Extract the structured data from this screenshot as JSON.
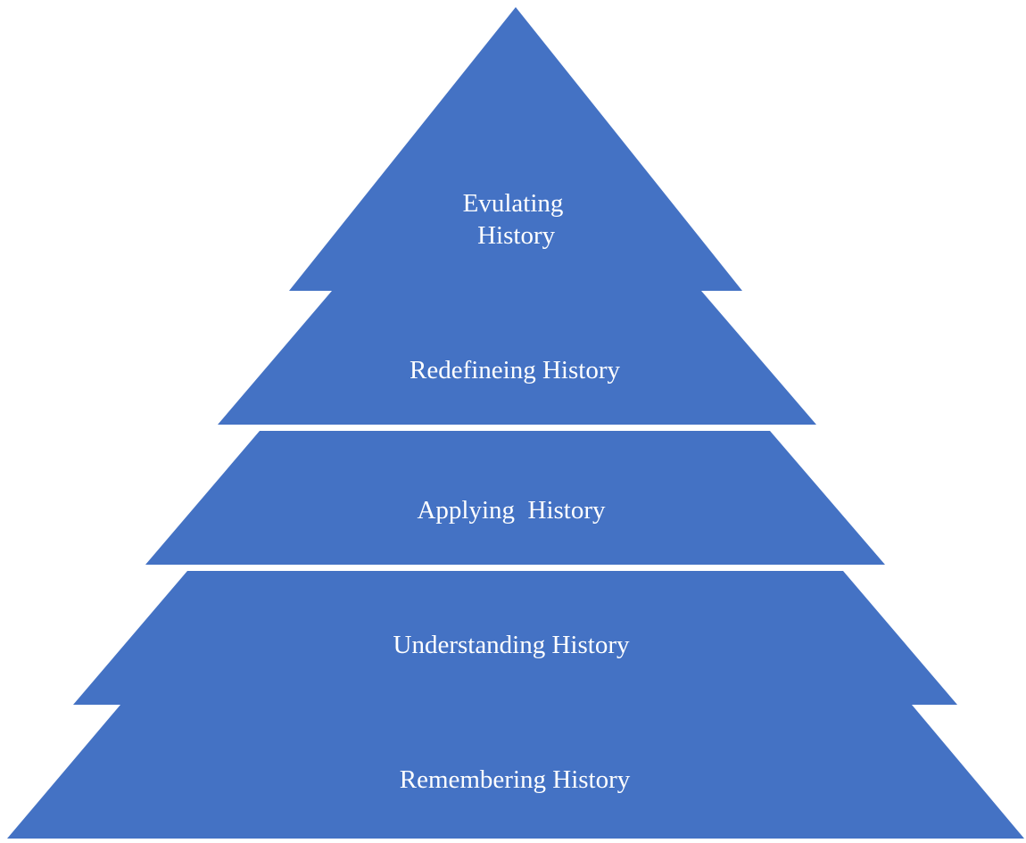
{
  "colors": {
    "fill": "#4472C4",
    "text": "#FFFFFF",
    "background": "#FFFFFF"
  },
  "levels": [
    {
      "label": "Evulating\n History"
    },
    {
      "label": "Redefineing History"
    },
    {
      "label": "Applying  History"
    },
    {
      "label": "Understanding History"
    },
    {
      "label": "Remembering History"
    }
  ]
}
